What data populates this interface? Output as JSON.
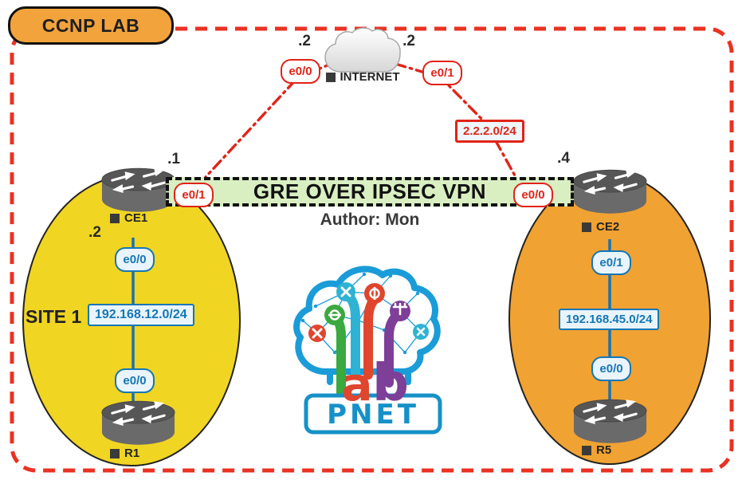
{
  "badge": {
    "title": "CCNP LAB"
  },
  "internet": {
    "label": "INTERNET",
    "if_left": "e0/0",
    "if_right": "e0/1",
    "octet_left": ".2",
    "octet_right": ".2"
  },
  "wan": {
    "subnet": "2.2.2.0/24",
    "ce1_octet": ".1",
    "ce2_octet": ".4"
  },
  "banner": {
    "title": "GRE OVER IPSEC VPN",
    "author": "Author: Mon",
    "if_left": "e0/1",
    "if_right": "e0/0"
  },
  "site1": {
    "label": "SITE 1",
    "subnet": "192.168.12.0/24",
    "ce_name": "CE1",
    "ce_lan_octet": ".2",
    "ce_lan_if": "e0/0",
    "router_name": "R1",
    "router_if": "e0/0"
  },
  "site2": {
    "subnet": "192.168.45.0/24",
    "ce_name": "CE2",
    "ce_lan_if": "e0/1",
    "router_name": "R5",
    "router_if": "e0/0"
  },
  "logo": {
    "word": "PNET",
    "letter_a": "a",
    "letter_b": "b"
  },
  "colors": {
    "red": "#e02417",
    "orange": "#f0a232",
    "yellow": "#f0d523",
    "banner_green": "#d9efc2",
    "blue": "#1577b5",
    "logo_blue": "#1a9cd8"
  }
}
